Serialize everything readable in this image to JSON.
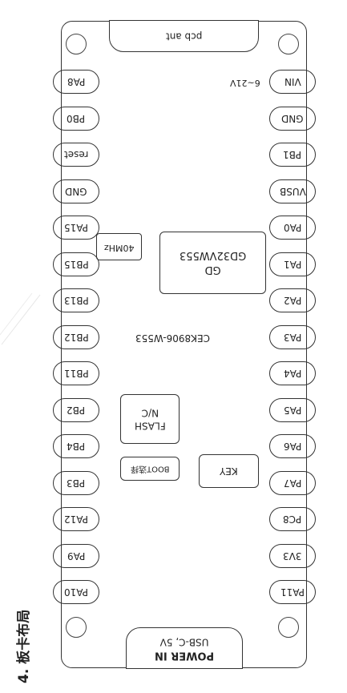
{
  "heading": "4. 板卡布局",
  "top_tab": "pcb ant",
  "bottom_tab": {
    "line1": "POWER IN",
    "line2": "USB-C, 5V"
  },
  "right_pins": [
    "VIN",
    "GND",
    "PB1",
    "VUSB",
    "PA0",
    "PA1",
    "PA2",
    "PA3",
    "PA4",
    "PA5",
    "PA6",
    "PA7",
    "PC8",
    "3V3",
    "PA11"
  ],
  "left_pins": [
    "PA8",
    "PB0",
    "reset",
    "GND",
    "PA15",
    "PB15",
    "PB13",
    "PB12",
    "PB11",
    "PB2",
    "PB4",
    "PB3",
    "PA12",
    "PA9",
    "PA10"
  ],
  "voltage_label": "6~21V",
  "mcu": {
    "line1": "GD",
    "line2": "GD32VW553"
  },
  "crystal": "40MHz",
  "module_label": "CEK8906-W553",
  "flash": {
    "line1": "FLASH",
    "line2": "N/C"
  },
  "boot_label": "BOOT选择",
  "key_label": "KEY"
}
